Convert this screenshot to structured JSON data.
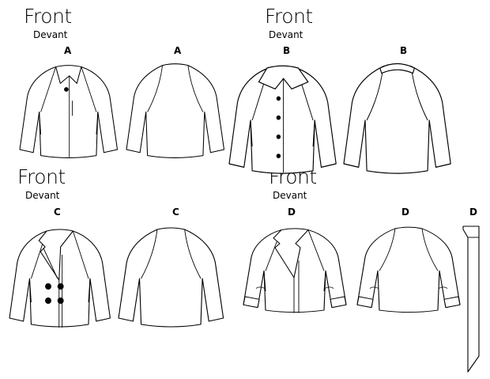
{
  "groups": [
    {
      "id": "A",
      "front_label": "Front",
      "devant_label": "Devant",
      "front_view": "A",
      "back_view": "A"
    },
    {
      "id": "B",
      "front_label": "Front",
      "devant_label": "Devant",
      "front_view": "B",
      "back_view": "B"
    },
    {
      "id": "C",
      "front_label": "Front",
      "devant_label": "Devant",
      "front_view": "C",
      "back_view": "C"
    },
    {
      "id": "D",
      "front_label": "Front",
      "devant_label": "Devant",
      "front_view": "D",
      "back_view": "D",
      "tie_view": "D"
    }
  ]
}
